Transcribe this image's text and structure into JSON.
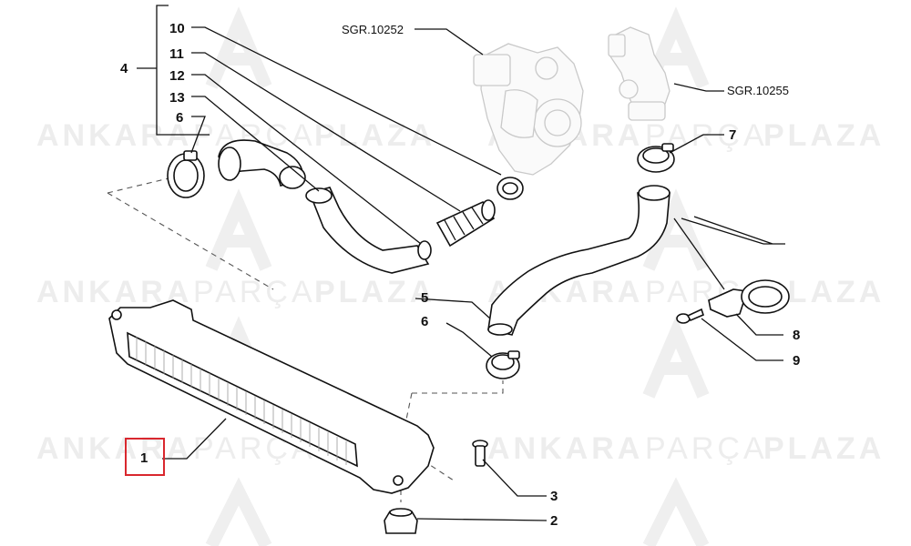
{
  "watermark": {
    "word1": "ANKARA",
    "word2": "PARÇA",
    "word3": "PLAZA"
  },
  "references": {
    "turbo": "SGR.10252",
    "egr": "SGR.10255"
  },
  "callouts": {
    "c1": "1",
    "c2": "2",
    "c3": "3",
    "c4": "4",
    "c5": "5",
    "c6a": "6",
    "c6b": "6",
    "c7": "7",
    "c8": "8",
    "c9": "9",
    "c10": "10",
    "c11": "11",
    "c12": "12",
    "c13": "13"
  },
  "highlight": {
    "callout": "1",
    "color": "#d9272e"
  }
}
